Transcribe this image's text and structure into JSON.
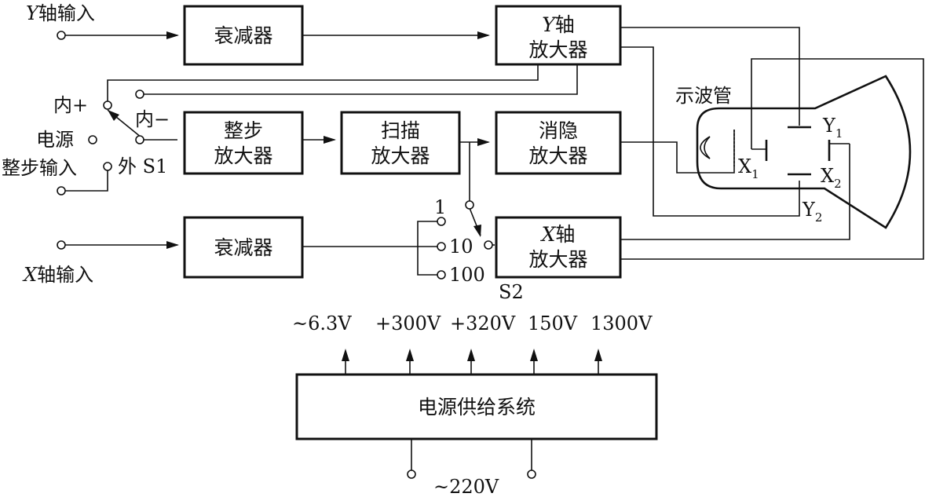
{
  "inputs": {
    "y_input": {
      "var": "Y",
      "text": "轴输入"
    },
    "x_input": {
      "var": "X",
      "text": "轴输入"
    },
    "sync_input": "整步输入",
    "power_label": "电源",
    "inner_plus": "内+",
    "inner_minus": "内−",
    "outer_s1": "外 S1"
  },
  "blocks": {
    "y_attenuator": "衰减器",
    "y_amplifier": {
      "var": "Y",
      "line1": "轴",
      "line2": "放大器"
    },
    "sync_amplifier": {
      "line1": "整步",
      "line2": "放大器"
    },
    "sweep_amplifier": {
      "line1": "扫描",
      "line2": "放大器"
    },
    "blanking_amplifier": {
      "line1": "消隐",
      "line2": "放大器"
    },
    "x_attenuator": "衰减器",
    "x_amplifier": {
      "var": "X",
      "line1": "轴",
      "line2": "放大器"
    },
    "power_supply": "电源供给系统"
  },
  "crt": {
    "title": "示波管",
    "y1": {
      "main": "Y",
      "sub": "1"
    },
    "y2": {
      "main": "Y",
      "sub": "2"
    },
    "x1": {
      "main": "X",
      "sub": "1"
    },
    "x2": {
      "main": "X",
      "sub": "2"
    }
  },
  "switch_s2": {
    "label": "S2",
    "positions": [
      "1",
      "10",
      "100"
    ]
  },
  "power_outputs": [
    "~6.3V",
    "+300V",
    "+320V",
    "150V",
    "1300V"
  ],
  "mains_input": "~220V"
}
